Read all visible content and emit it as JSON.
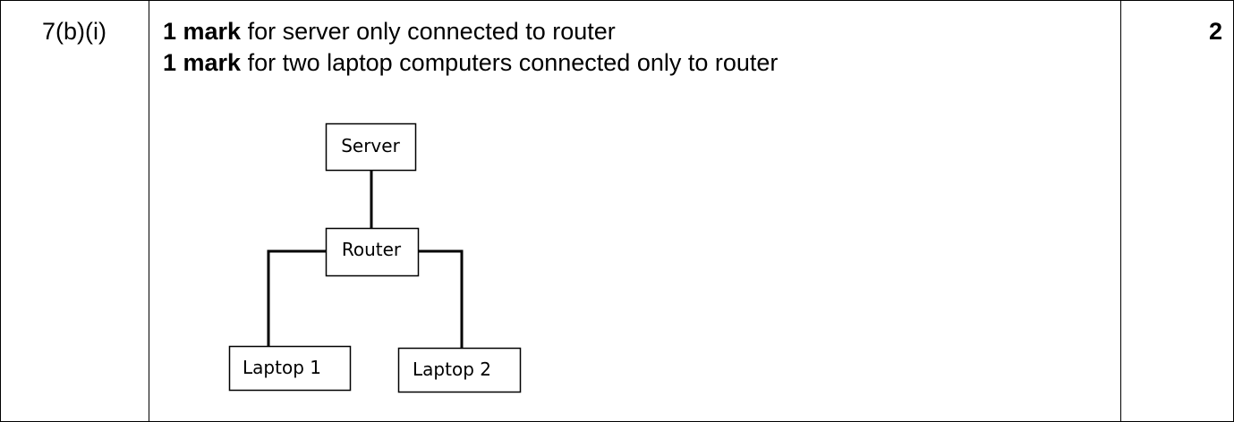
{
  "question": "7(b)(i)",
  "scheme": [
    {
      "bold": "1 mark",
      "text": " for server only connected to router"
    },
    {
      "bold": "1 mark",
      "text": " for two laptop computers connected only to router"
    }
  ],
  "marks": "2",
  "diagram": {
    "nodes": {
      "server": "Server",
      "router": "Router",
      "laptop1": "Laptop 1",
      "laptop2": "Laptop 2"
    }
  }
}
